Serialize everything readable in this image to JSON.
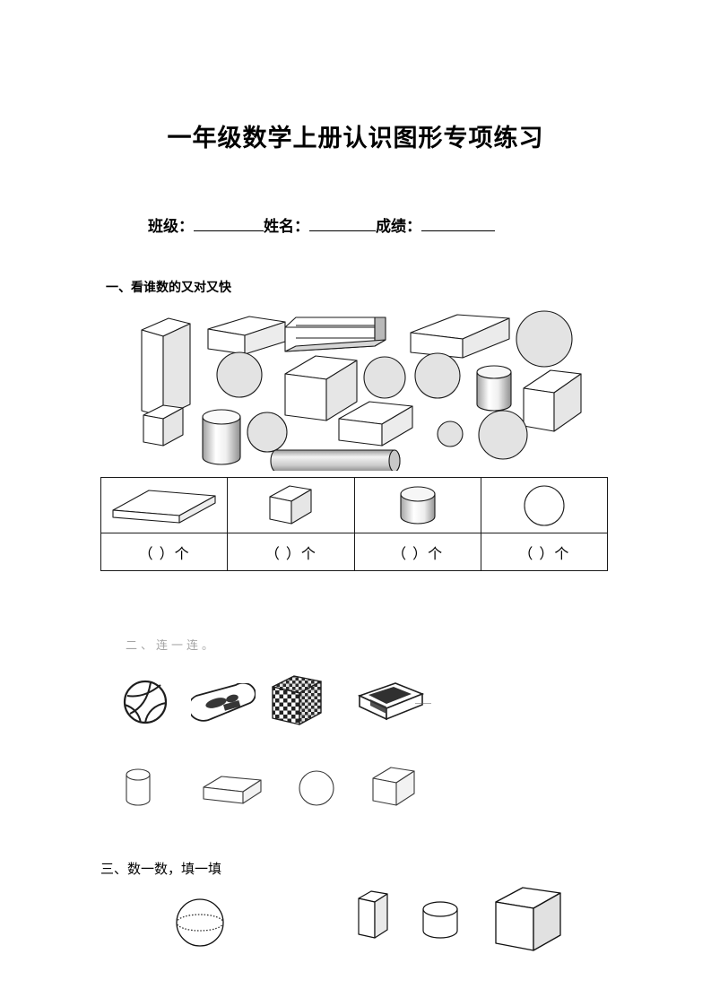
{
  "document": {
    "title": "一年级数学上册认识图形专项练习",
    "paper_size": "A4"
  },
  "student_info": {
    "class_label": "班级：",
    "name_label": "姓名：",
    "score_label": "成绩："
  },
  "sections": [
    {
      "number": "一、",
      "heading": "一、看谁数的又对又快",
      "type": "count-shapes",
      "figure_shapes": [
        "cuboid-tall",
        "cuboid-flat",
        "cuboid-long-hollow",
        "cuboid-wide",
        "sphere-large",
        "sphere-medium",
        "cube-medium",
        "cylinder-upright",
        "cube-right",
        "cube-small",
        "cylinder-tall",
        "sphere-small-left",
        "cuboid-mid",
        "sphere-tiny",
        "sphere-lower-right",
        "cylinder-horizontal"
      ]
    },
    {
      "number": "二、",
      "heading": "二、连一连。",
      "type": "match-objects",
      "objects": [
        {
          "name": "volleyball",
          "shape": "sphere"
        },
        {
          "name": "rolled-towel",
          "shape": "cylinder"
        },
        {
          "name": "rubiks-cube",
          "shape": "cube"
        },
        {
          "name": "pencil-box",
          "shape": "cuboid"
        }
      ],
      "shapes": [
        {
          "name": "cylinder"
        },
        {
          "name": "cuboid"
        },
        {
          "name": "sphere"
        },
        {
          "name": "cube"
        }
      ]
    },
    {
      "number": "三、",
      "heading": "三、数一数，填一填",
      "type": "count-fill",
      "figures": [
        {
          "name": "sphere-with-equator"
        },
        {
          "name": "cuboid-upright"
        },
        {
          "name": "cylinder"
        },
        {
          "name": "cube-large"
        }
      ]
    }
  ],
  "count_table": {
    "columns": [
      {
        "shape": "cuboid",
        "answer": "（    ）个"
      },
      {
        "shape": "cube",
        "answer": "（    ）个"
      },
      {
        "shape": "cylinder",
        "answer": "（    ）个"
      },
      {
        "shape": "sphere",
        "answer": "（    ）个"
      }
    ]
  },
  "colors": {
    "ink": "#000000",
    "shape_fill": "#e4e4e4",
    "shape_fill_light": "#ffffff",
    "shape_stroke": "#1a1a1a",
    "page_bg": "#ffffff"
  }
}
